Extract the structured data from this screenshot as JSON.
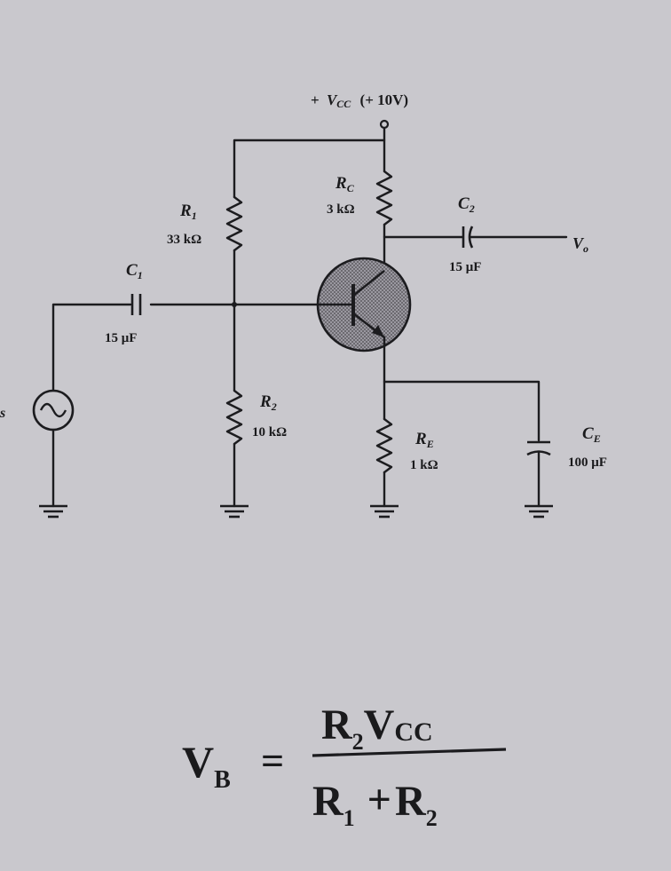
{
  "supply": {
    "symbol": "V",
    "sub": "CC",
    "prefix": "+",
    "value_text": "(+ 10V)"
  },
  "resistors": {
    "r1": {
      "symbol": "R",
      "sub": "1",
      "value": "33 kΩ"
    },
    "r2": {
      "symbol": "R",
      "sub": "2",
      "value": "10 kΩ"
    },
    "rc": {
      "symbol": "R",
      "sub": "C",
      "value": "3 kΩ"
    },
    "re": {
      "symbol": "R",
      "sub": "E",
      "value": "1 kΩ"
    }
  },
  "capacitors": {
    "c1": {
      "symbol": "C",
      "sub": "1",
      "value": "15 μF"
    },
    "c2": {
      "symbol": "C",
      "sub": "2",
      "value": "15 μF"
    },
    "ce": {
      "symbol": "C",
      "sub": "E",
      "value": "100 μF"
    }
  },
  "output": {
    "symbol": "V",
    "sub": "o"
  },
  "source": {
    "label_fragment": "s"
  },
  "equation": {
    "lhs": "V",
    "lhs_sub": "B",
    "equals": "=",
    "num_a": "R",
    "num_a_sub": "2",
    "num_b": "V",
    "num_b_sub": "CC",
    "den_a": "R",
    "den_a_sub": "1",
    "plus": "+",
    "den_b": "R",
    "den_b_sub": "2"
  },
  "colors": {
    "background": "#c9c8cd",
    "ink": "#1c1c1f",
    "transistor_fill": "#8a8890"
  }
}
